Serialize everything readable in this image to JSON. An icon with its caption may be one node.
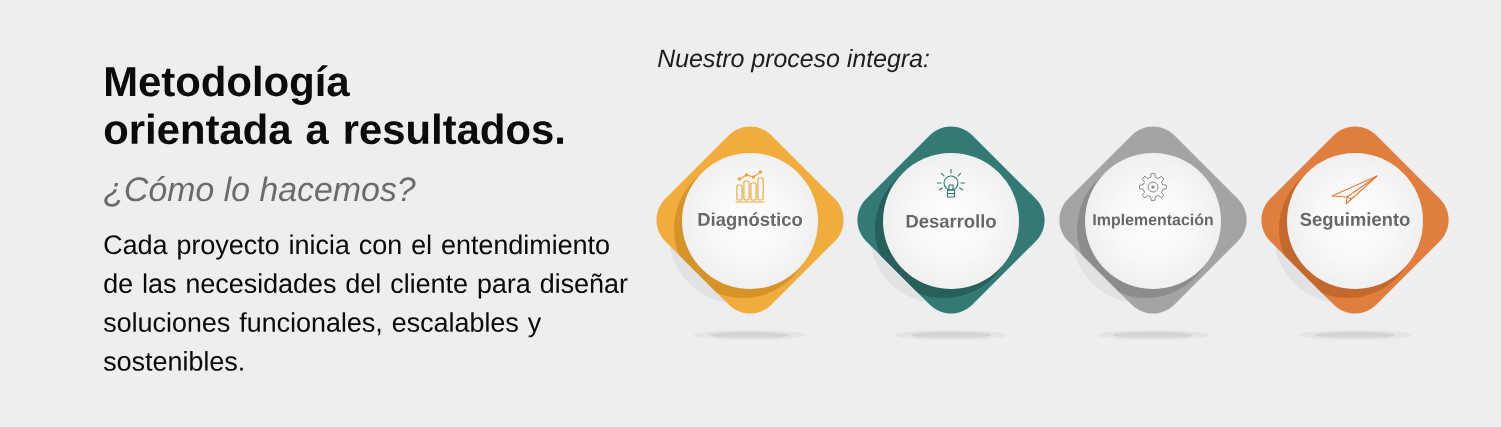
{
  "diagram": {
    "title": "Metodología orientada a resultados.",
    "nodes": [
      {
        "text": [
          "Diagnóstico"
        ]
      },
      {
        "text": [
          "Desarrollo"
        ]
      },
      {
        "text": [
          "Implementación"
        ]
      },
      {
        "text": [
          "Seguimiento"
        ]
      }
    ],
    "labels": [
      "¿Cómo lo hacemos?",
      "Cada proyecto inicia con el entendimiento de las necesidades del cliente para diseñar soluciones funcionales, escalables y sostenibles.",
      "Nuestro proceso integra:"
    ]
  }
}
